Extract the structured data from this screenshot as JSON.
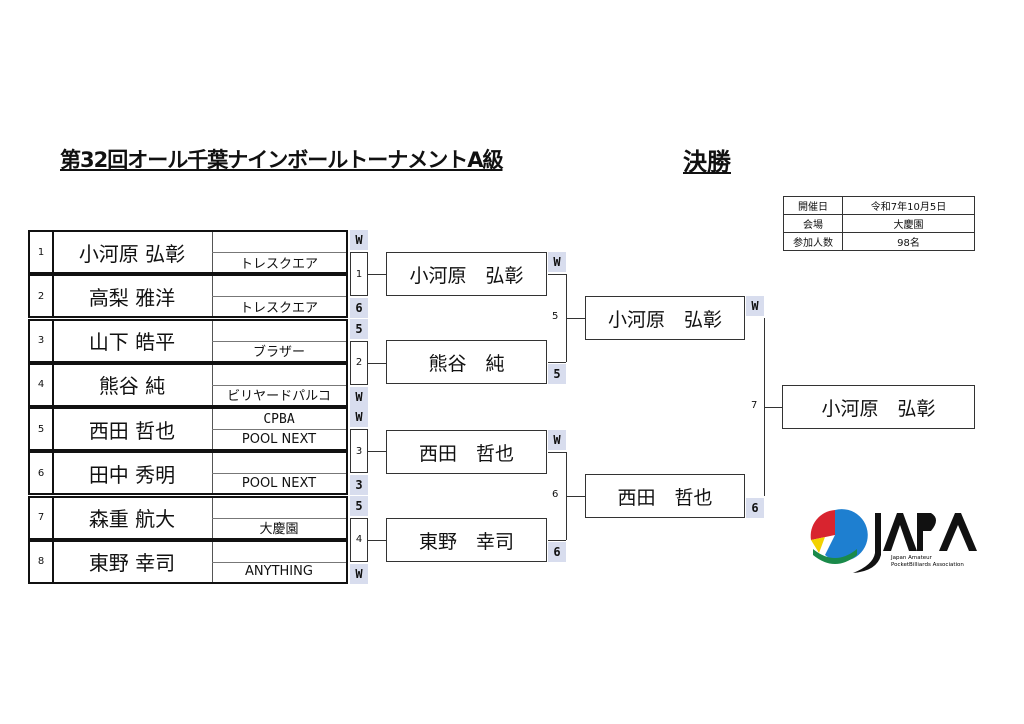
{
  "title": "第32回オール千葉ナインボールトーナメントA級",
  "stage": "決勝",
  "info": [
    {
      "label": "開催日",
      "value": "令和7年10月5日"
    },
    {
      "label": "会場",
      "value": "大慶園"
    },
    {
      "label": "参加人数",
      "value": "98名"
    }
  ],
  "players": [
    {
      "seed": "1",
      "name": "小河原 弘彰",
      "club_top": "",
      "club": "トレスクエア"
    },
    {
      "seed": "2",
      "name": "高梨 雅洋",
      "club_top": "",
      "club": "トレスクエア"
    },
    {
      "seed": "3",
      "name": "山下 皓平",
      "club_top": "",
      "club": "ブラザー"
    },
    {
      "seed": "4",
      "name": "熊谷 純",
      "club_top": "",
      "club": "ビリヤードパルコ"
    },
    {
      "seed": "5",
      "name": "西田 哲也",
      "club_top": "CPBA",
      "club": "POOL NEXT"
    },
    {
      "seed": "6",
      "name": "田中 秀明",
      "club_top": "",
      "club": "POOL NEXT"
    },
    {
      "seed": "7",
      "name": "森重 航大",
      "club_top": "",
      "club": "大慶園"
    },
    {
      "seed": "8",
      "name": "東野 幸司",
      "club_top": "",
      "club": "ANYTHING"
    }
  ],
  "r1_scores": [
    "W",
    "6",
    "5",
    "W",
    "W",
    "3",
    "5",
    "W"
  ],
  "r1_matches": [
    "1",
    "2",
    "3",
    "4"
  ],
  "r2": [
    {
      "name": "小河原　弘彰",
      "score": "W"
    },
    {
      "name": "熊谷　純",
      "score": "5"
    },
    {
      "name": "西田　哲也",
      "score": "W"
    },
    {
      "name": "東野　幸司",
      "score": "6"
    }
  ],
  "r2_matches": [
    "5",
    "6"
  ],
  "r3": [
    {
      "name": "小河原　弘彰",
      "score": "W"
    },
    {
      "name": "西田　哲也",
      "score": "6"
    }
  ],
  "r3_match": "7",
  "champion": "小河原　弘彰",
  "logo": {
    "text": "JAPA",
    "subtitle": "Japan Amateur PocketBilliards Association"
  },
  "colors": {
    "score_bg": "#d8ddee"
  }
}
